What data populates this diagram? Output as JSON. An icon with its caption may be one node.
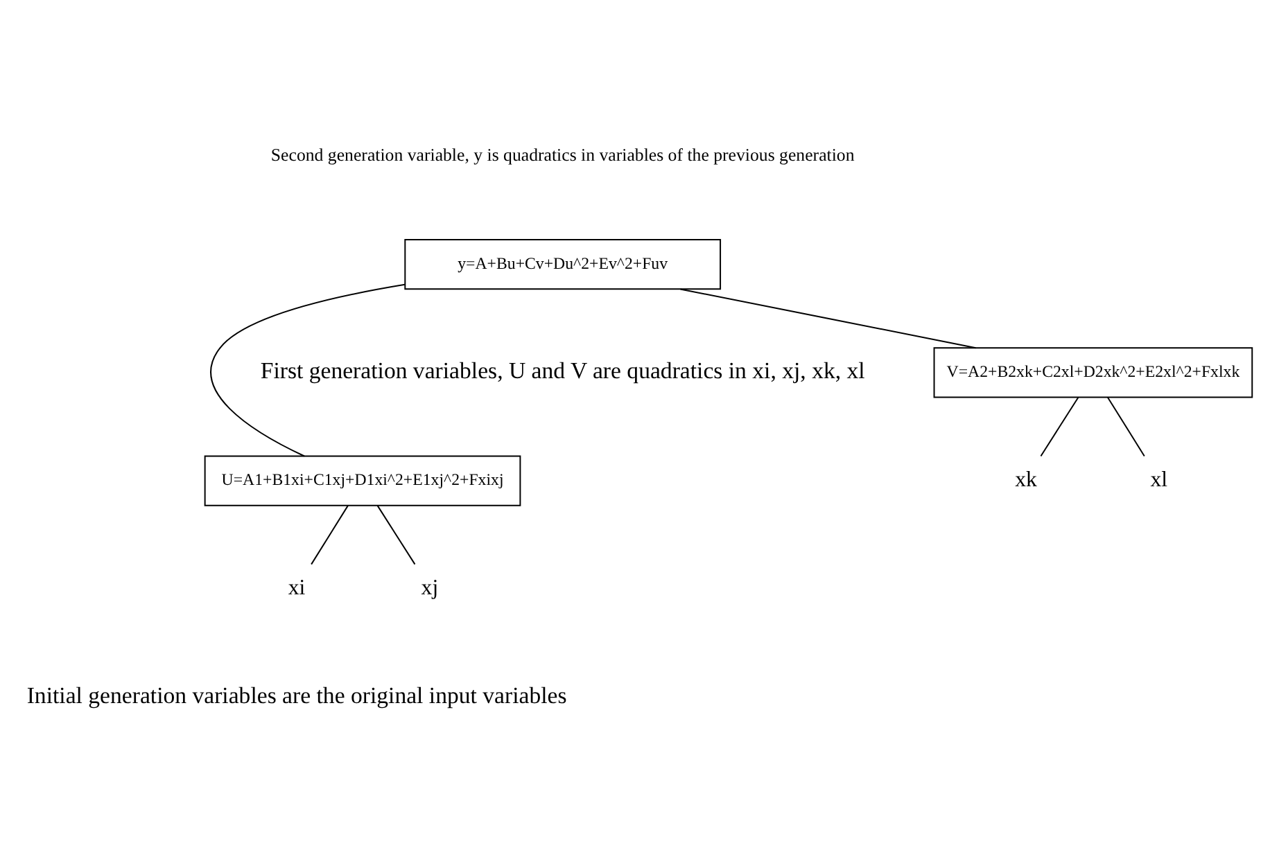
{
  "diagram": {
    "nodes": [
      {
        "text": [
          "y=A+Bu+Cv+Du^2+Ev^2+Fuv"
        ]
      },
      {
        "text": [
          "U=A1+B1xi+C1xj+D1xi^2+E1xj^2+Fxixj"
        ]
      },
      {
        "text": [
          "V=A2+B2xk+C2xl+D2xk^2+E2xl^2+Fxlxk"
        ]
      },
      {
        "text": [
          "xi"
        ]
      },
      {
        "text": [
          "xj"
        ]
      },
      {
        "text": [
          "xk"
        ]
      },
      {
        "text": [
          "xl"
        ]
      }
    ],
    "edges": [
      {
        "from": 0,
        "to": 1,
        "arrow": "none"
      },
      {
        "from": 0,
        "to": 2,
        "arrow": "none"
      },
      {
        "from": 1,
        "to": 3,
        "arrow": "none"
      },
      {
        "from": 1,
        "to": 4,
        "arrow": "none"
      },
      {
        "from": 2,
        "to": 5,
        "arrow": "none"
      },
      {
        "from": 2,
        "to": 6,
        "arrow": "none"
      }
    ],
    "labels": [
      "Second generation variable, y is quadratics in variables of the previous generation",
      "First generation variables, U and V are quadratics in xi, xj, xk, xl",
      "Initial generation variables are the original input variables"
    ]
  }
}
